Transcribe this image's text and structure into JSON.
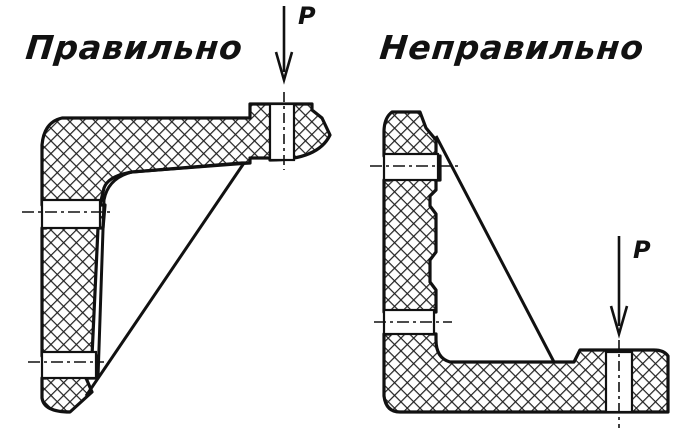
{
  "labels": {
    "correct": "Правильно",
    "incorrect": "Неправильно"
  },
  "force": {
    "left": "P",
    "right": "P"
  },
  "colors": {
    "ink": "#111111",
    "hatch": "#222222",
    "background": "#ffffff"
  }
}
